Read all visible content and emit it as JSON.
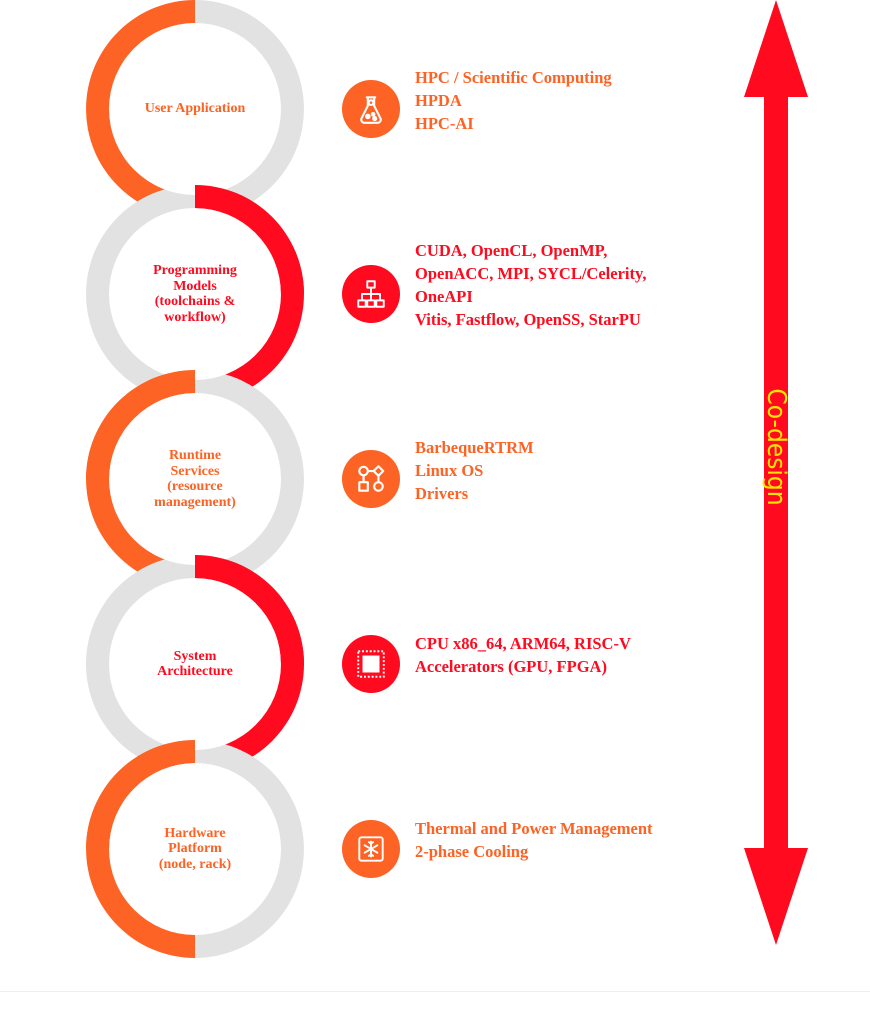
{
  "colors": {
    "orange": "#fc6324",
    "red": "#ff0a1e",
    "gray": "#e2e2e2",
    "white": "#ffffff",
    "axis_label": "#ffe600"
  },
  "layers": [
    {
      "label_lines": [
        "User Application"
      ],
      "accent": "orange",
      "accent_side": "left",
      "icon": "flask-icon",
      "items": [
        "HPC / Scientific Computing",
        "HPDA",
        "HPC-AI"
      ]
    },
    {
      "label_lines": [
        "Programming",
        "Models",
        "(toolchains &",
        "workflow)"
      ],
      "accent": "red",
      "accent_side": "right",
      "icon": "hierarchy-icon",
      "items": [
        "CUDA, OpenCL, OpenMP,",
        "OpenACC, MPI, SYCL/Celerity,",
        "OneAPI",
        "Vitis, Fastflow, OpenSS, StarPU"
      ]
    },
    {
      "label_lines": [
        "Runtime",
        "Services",
        "(resource",
        "management)"
      ],
      "accent": "orange",
      "accent_side": "left",
      "icon": "workflow-shapes-icon",
      "items": [
        "BarbequeRTRM",
        "Linux OS",
        "Drivers"
      ]
    },
    {
      "label_lines": [
        "System",
        "Architecture"
      ],
      "accent": "red",
      "accent_side": "right",
      "icon": "chip-icon",
      "items": [
        "CPU x86_64, ARM64, RISC-V",
        "Accelerators (GPU, FPGA)"
      ]
    },
    {
      "label_lines": [
        "Hardware",
        "Platform",
        "(node, rack)"
      ],
      "accent": "orange",
      "accent_side": "left",
      "icon": "cooling-icon",
      "items": [
        "Thermal and Power Management",
        "2-phase Cooling"
      ]
    }
  ],
  "axis": {
    "label": "Co-design",
    "direction": "bidirectional-vertical"
  }
}
